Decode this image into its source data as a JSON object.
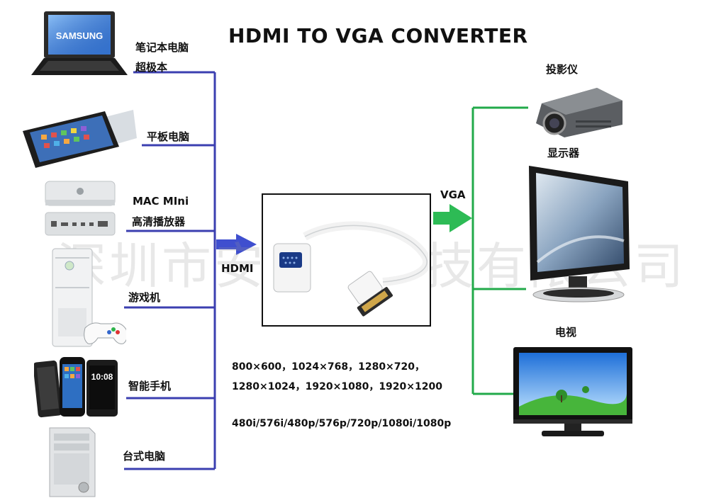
{
  "title": "HDMI TO VGA CONVERTER",
  "watermark": "深圳市安奇普科技有限公司",
  "inputs": [
    {
      "label_lines": [
        "笔记本电脑",
        "超极本"
      ],
      "device": "laptop",
      "brand": "SAMSUNG"
    },
    {
      "label_lines": [
        "平板电脑"
      ],
      "device": "tablet"
    },
    {
      "label_lines": [
        "MAC MIni",
        "高清播放器"
      ],
      "device": "mac-mini"
    },
    {
      "label_lines": [
        "游戏机"
      ],
      "device": "game-console"
    },
    {
      "label_lines": [
        "智能手机"
      ],
      "device": "smartphones",
      "clock": "10:08"
    },
    {
      "label_lines": [
        "台式电脑"
      ],
      "device": "desktop-tower"
    }
  ],
  "input_signal_label": "HDMI",
  "output_signal_label": "VGA",
  "outputs": [
    {
      "label": "投影仪",
      "device": "projector"
    },
    {
      "label": "显示器",
      "device": "monitor"
    },
    {
      "label": "电视",
      "device": "tv"
    }
  ],
  "resolutions": [
    "800×600，1024×768，1280×720，",
    "1280×1024，1920×1080，1920×1200"
  ],
  "video_modes": "480i/576i/480p/576p/720p/1080i/1080p",
  "colors": {
    "input_line": "#3b3fb0",
    "output_line": "#22aa4a",
    "input_arrow": "#3f4fcf",
    "output_arrow": "#2dbb55"
  }
}
